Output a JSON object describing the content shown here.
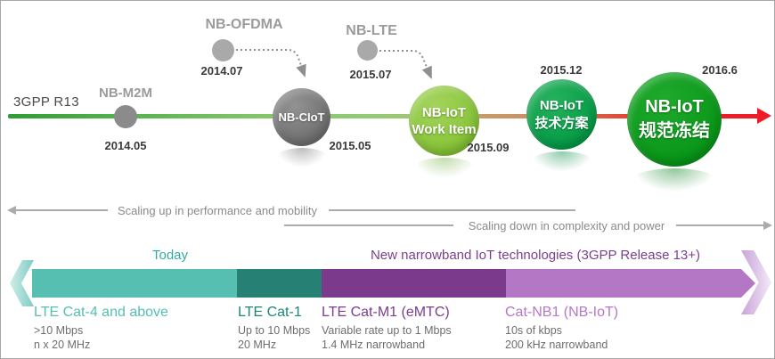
{
  "timeline": {
    "era_label": "3GPP R13",
    "milestones": [
      {
        "label": "NB-M2M",
        "date": "2014.05"
      },
      {
        "label": "NB-OFDMA",
        "date": "2014.07"
      },
      {
        "label": "NB-CIoT",
        "date": "2015.05"
      },
      {
        "label": "NB-LTE",
        "date": "2015.07"
      },
      {
        "line1": "NB-IoT",
        "line2": "Work Item",
        "date": "2015.09"
      },
      {
        "line1": "NB-IoT",
        "line2": "技术方案",
        "date": "2015.12"
      },
      {
        "line1": "NB-IoT",
        "line2": "规范冻结",
        "date": "2016.6"
      }
    ]
  },
  "scaling": {
    "up": "Scaling up in performance and mobility",
    "down": "Scaling down in complexity and power"
  },
  "bar": {
    "today_label": "Today",
    "new_tech_label": "New narrowband IoT technologies (3GPP Release 13+)",
    "segments": [
      {
        "title": "LTE Cat-4 and above",
        "line1": ">10 Mbps",
        "line2": "n x 20 MHz",
        "color": "#57BEB2",
        "title_color": "#55BFB4"
      },
      {
        "title": "LTE Cat-1",
        "line1": "Up to 10 Mbps",
        "line2": "20 MHz",
        "color": "#268073",
        "title_color": "#1E8678"
      },
      {
        "title": "LTE Cat-M1 (eMTC)",
        "line1": "Variable rate up to 1 Mbps",
        "line2": "1.4 MHz narrowband",
        "color": "#7C3A8D",
        "title_color": "#7C3C90"
      },
      {
        "title": "Cat-NB1 (NB-IoT)",
        "line1": "10s of kbps",
        "line2": "200 kHz narrowband",
        "color": "#B377C5",
        "title_color": "#B678C8"
      }
    ]
  },
  "colors": {
    "timeline_green": "#2E9D33",
    "timeline_tan": "#C79A6A",
    "timeline_red": "#EE1C24",
    "gray_circle": "#767676",
    "gray_dot": "#A9A9A9",
    "workitem_green": "#8CC63F",
    "tech_green": "#0AA74E",
    "freeze_green": "#0C9E1E"
  }
}
